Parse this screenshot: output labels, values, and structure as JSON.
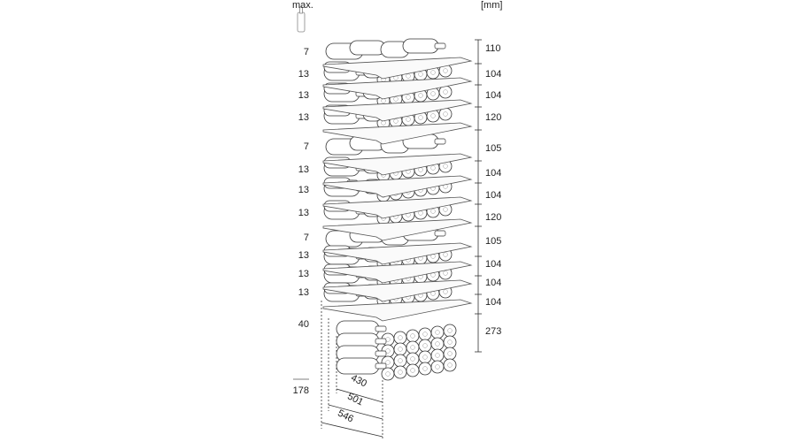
{
  "header": {
    "max_label": "max.",
    "unit_label": "[mm]"
  },
  "capacities": [
    "7",
    "13",
    "13",
    "13",
    "7",
    "13",
    "13",
    "13",
    "7",
    "13",
    "13",
    "13",
    "40"
  ],
  "capacity_total": "178",
  "heights": [
    "110",
    "104",
    "104",
    "120",
    "105",
    "104",
    "104",
    "120",
    "105",
    "104",
    "104",
    "104",
    "273"
  ],
  "depths": [
    "430",
    "501",
    "546"
  ],
  "colors": {
    "line": "#333333",
    "bottle_fill": "#ffffff",
    "shelf": "#555555",
    "watermark": "#c8c8c8"
  },
  "icons": {
    "bottle": "bottle-icon"
  }
}
